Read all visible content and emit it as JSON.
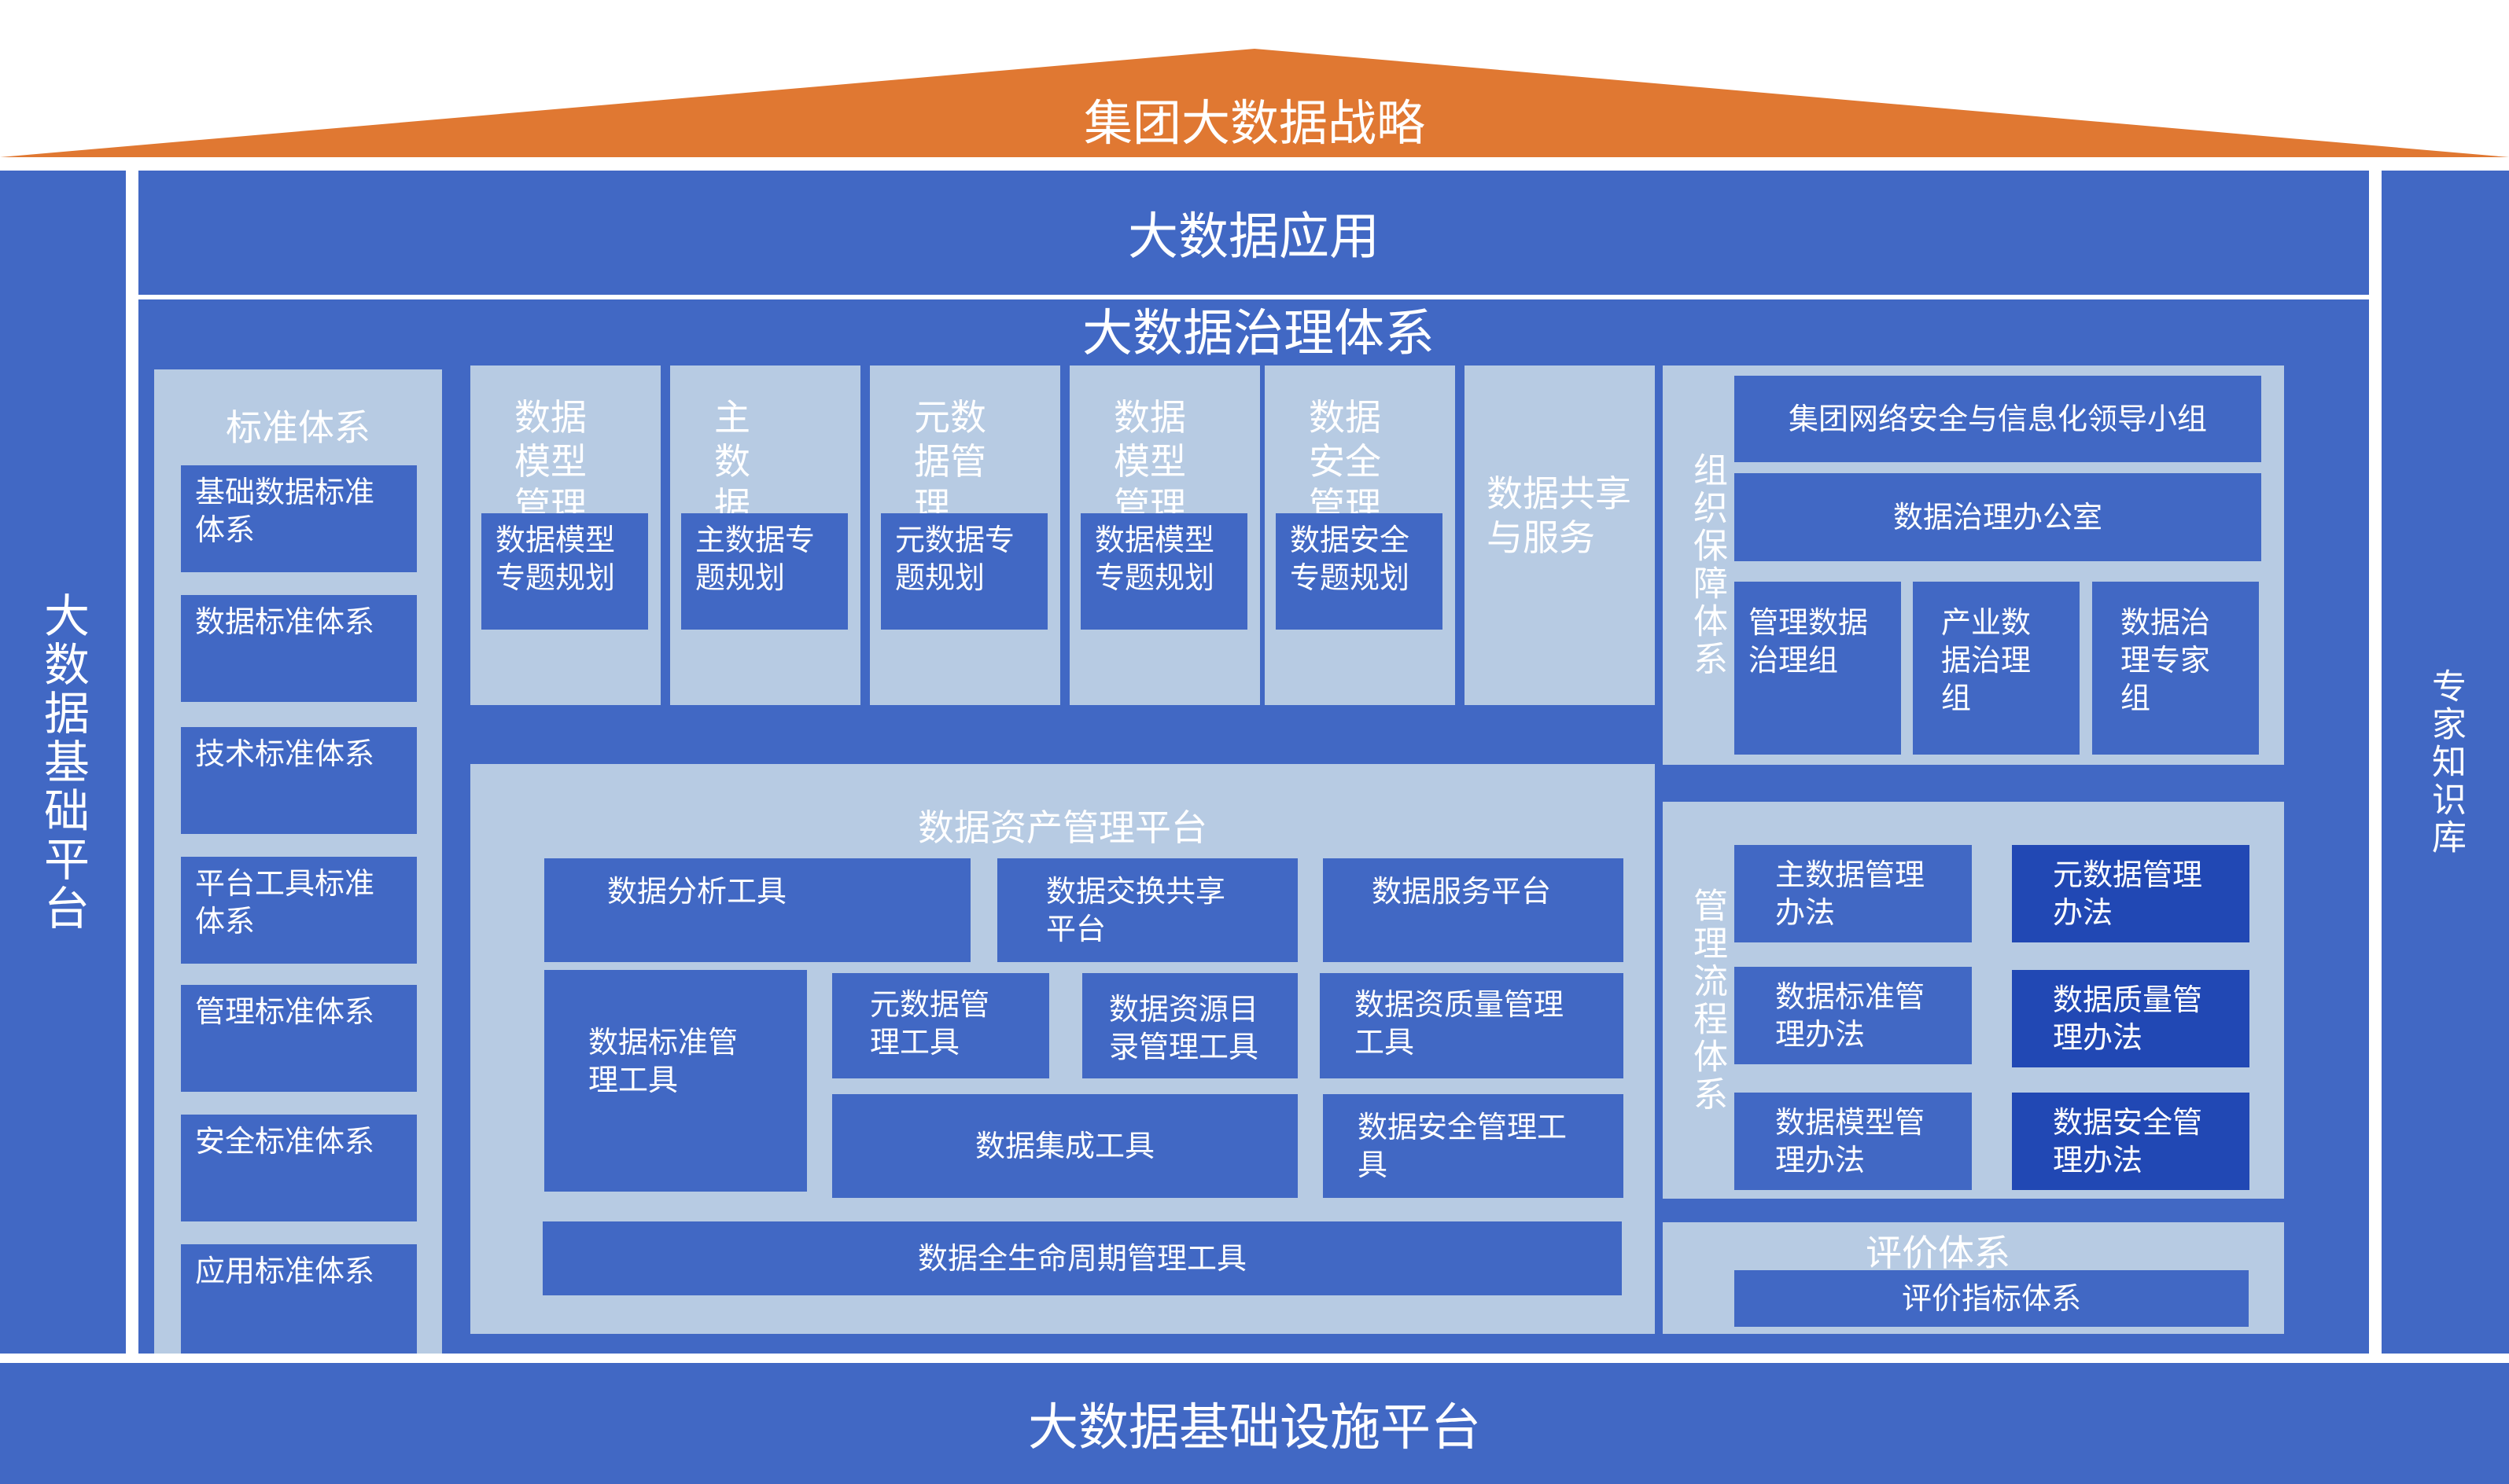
{
  "roof": {
    "title": "集团大数据战略",
    "color": "#e07832"
  },
  "left_pillar": {
    "label": "大数据基础平台"
  },
  "right_pillar": {
    "label": "专家知识库"
  },
  "application": {
    "title": "大数据应用"
  },
  "governance": {
    "title": "大数据治理体系"
  },
  "infrastructure": {
    "title": "大数据基础设施平台"
  },
  "standards": {
    "title": "标准体系",
    "items": [
      "基础数据标准体系",
      "数据标准体系",
      "技术标准体系",
      "平台工具标准体系",
      "管理标准体系",
      "安全标准体系",
      "应用标准体系"
    ]
  },
  "modules": [
    {
      "title": "数据模型管理",
      "plan": "数据模型专题规划"
    },
    {
      "title": "主数据管理",
      "plan": "主数据专题规划"
    },
    {
      "title": "元数据管理",
      "plan": "元数据专题规划"
    },
    {
      "title": "数据模型管理",
      "plan": "数据模型专题规划"
    },
    {
      "title": "数据安全管理",
      "plan": "数据安全专题规划"
    }
  ],
  "sharing": {
    "title": "数据共享与服务"
  },
  "organization": {
    "title": "组织保障体系",
    "leader": "集团网络安全与信息化领导小组",
    "office": "数据治理办公室",
    "groups": [
      "管理数据治理组",
      "产业数据治理组",
      "数据治理专家组"
    ]
  },
  "platform": {
    "title": "数据资产管理平台",
    "tools": {
      "analysis": "数据分析工具",
      "exchange": "数据交换共享平台",
      "service": "数据服务平台",
      "standard": "数据标准管理工具",
      "metadata": "元数据管理工具",
      "catalog": "数据资源目录管理工具",
      "quality": "数据资质量管理工具",
      "integration": "数据集成工具",
      "security": "数据安全管理工具",
      "lifecycle": "数据全生命周期管理工具"
    }
  },
  "process": {
    "title": "管理流程体系",
    "items": [
      "主数据管理办法",
      "元数据管理办法",
      "数据标准管理办法",
      "数据质量管理办法",
      "数据模型管理办法",
      "数据安全管理办法"
    ]
  },
  "evaluation": {
    "title": "评价体系",
    "item": "评价指标体系"
  },
  "colors": {
    "blue": "#4168c4",
    "dark_blue": "#2148b4",
    "light_panel": "#b7cbe3",
    "roof": "#e07832"
  }
}
